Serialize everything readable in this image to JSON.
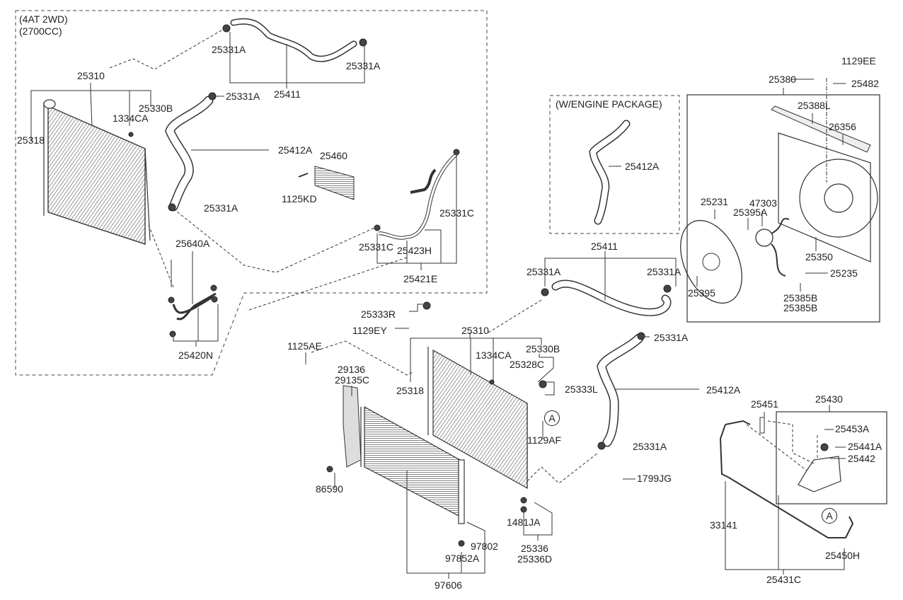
{
  "notes": {
    "variant_top_left_line1": "(4AT 2WD)",
    "variant_top_left_line2": "(2700CC)",
    "engine_package": "(W/ENGINE PACKAGE)"
  },
  "ref_markers": {
    "a1": "A",
    "a2": "A"
  },
  "labels": {
    "tl_25331A_1": "25331A",
    "tl_25331A_2": "25331A",
    "tl_25411": "25411",
    "tl_25310": "25310",
    "tl_25330B": "25330B",
    "tl_1334CA": "1334CA",
    "tl_25318": "25318",
    "tl_25331A_3": "25331A",
    "tl_25412A": "25412A",
    "tl_25331A_4": "25331A",
    "tl_25460": "25460",
    "tl_1125KD": "1125KD",
    "tl_25331C_1": "25331C",
    "tl_25331C_2": "25331C",
    "tl_25423H": "25423H",
    "tl_25421E": "25421E",
    "tl_25640A": "25640A",
    "tl_25420N": "25420N",
    "ep_25412A": "25412A",
    "m_25411": "25411",
    "m_25331A_1": "25331A",
    "m_25331A_2": "25331A",
    "m_25333R": "25333R",
    "m_1129EY": "1129EY",
    "m_25310": "25310",
    "m_1125AE": "1125AE",
    "m_1334CA": "1334CA",
    "m_25330B": "25330B",
    "m_25328C": "25328C",
    "m_29136": "29136",
    "m_29135C": "29135C",
    "m_25318": "25318",
    "m_25333L": "25333L",
    "m_1129AF": "1129AF",
    "m_25331A_3": "25331A",
    "m_25412A": "25412A",
    "m_25331A_4": "25331A",
    "m_1799JG": "1799JG",
    "m_86590": "86590",
    "m_1481JA": "1481JA",
    "m_25336": "25336",
    "m_25336D": "25336D",
    "m_97802": "97802",
    "m_97852A": "97852A",
    "m_97606": "97606",
    "f_1129EE": "1129EE",
    "f_25482": "25482",
    "f_25380": "25380",
    "f_25388L": "25388L",
    "f_26356": "26356",
    "f_25231": "25231",
    "f_47303": "47303",
    "f_25395A": "25395A",
    "f_25350": "25350",
    "f_25235": "25235",
    "f_25395": "25395",
    "f_25385B_1": "25385B",
    "f_25385B_2": "25385B",
    "r_25451": "25451",
    "r_25430": "25430",
    "r_25453A": "25453A",
    "r_25441A": "25441A",
    "r_25442": "25442",
    "r_33141": "33141",
    "r_25450H": "25450H",
    "r_25431C": "25431C"
  }
}
